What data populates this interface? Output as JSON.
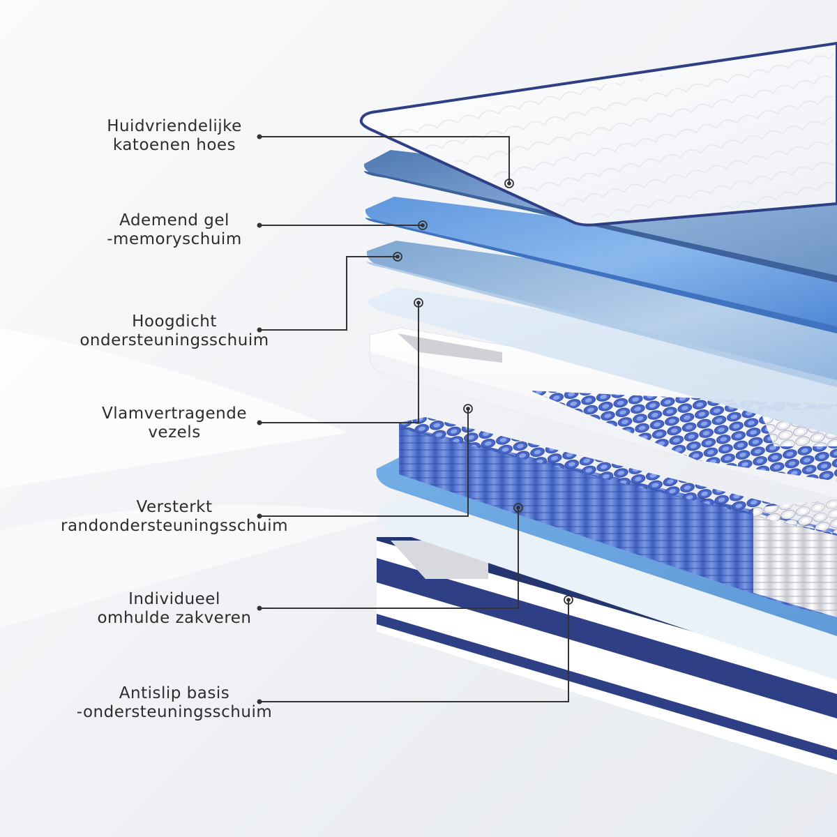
{
  "labels": [
    {
      "line1": "Huidvriendelijke",
      "line2": "katoenen hoes"
    },
    {
      "line1": "Ademend gel",
      "line2": "-memoryschuim"
    },
    {
      "line1": "Hoogdicht",
      "line2": "ondersteuningsschuim"
    },
    {
      "line1": "Vlamvertragende",
      "line2": "vezels"
    },
    {
      "line1": "Versterkt",
      "line2": "randondersteuningsschuim"
    },
    {
      "line1": "Individueel",
      "line2": "omhulde zakveren"
    },
    {
      "line1": "Antislip basis",
      "line2": "-ondersteuningsschuim"
    }
  ],
  "colors": {
    "navy": "#2e3f86",
    "gel_blue": "#6b9be0",
    "memory_blue": "#5d86c0",
    "pale_blue": "#cfe1f2",
    "spring_blue": "#5579d0",
    "line": "#333333"
  }
}
